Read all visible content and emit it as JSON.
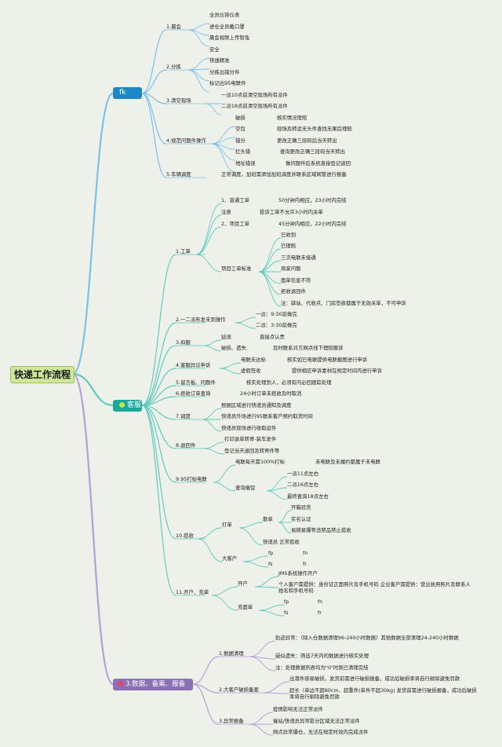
{
  "root": "快递工作流程",
  "branches": {
    "b1": {
      "label": "fk",
      "children": [
        {
          "label": "1.晨会",
          "items": [
            "全员仪容仪表",
            "进仓全员戴口罩",
            "晨会视频上传智兔"
          ]
        },
        {
          "label": "2.分拣",
          "items": [
            "安全",
            "快速精准",
            "分拣出错分件",
            "标记出95电联件"
          ]
        },
        {
          "label": "3.清空现场",
          "items": [
            "一派10点前清空现场所有派件",
            "二派18点前清空现场所有派件"
          ]
        },
        {
          "label": "4.规范问题件操作",
          "items": [
            {
              "k": "破损",
              "v": "核实情况理赔"
            },
            {
              "k": "空包",
              "v": "现场及转运无头件查找无果后理赔"
            },
            {
              "k": "错分",
              "v": "更改正确三段码后当天转出"
            },
            {
              "k": "拦头错",
              "v": "查询更改正确三段码当天转出"
            },
            {
              "k": "地址错误",
              "v": "做问题件后系统直接登记退回"
            }
          ]
        },
        {
          "label": "5.车辆调度",
          "text": "正常调度，加班需添加加班调度并联系区域网管进行报备"
        }
      ]
    },
    "b2": {
      "label": "客服",
      "children": [
        {
          "label": "1.工单",
          "items": [
            {
              "k": "1、普通工单",
              "v": "50分钟内相应，23小时内完结"
            },
            {
              "k": "注意",
              "v": "投诉工单不允许3小时内关单"
            },
            {
              "k": "2、项目工单",
              "v": "45分钟内相应，22小时内完结"
            }
          ],
          "sub": {
            "k": "项目工单标准",
            "items": [
              "已收到",
              "已理赔",
              "三次电联未接通",
              "商家问题",
              "面单信息不符",
              "拒收退回件",
              "注：驿站、代收点、门房签收都属于无效关单，不可申诉"
            ]
          }
        },
        {
          "label": "2.一二派布发未到操作",
          "items": [
            "一派：9:30前做完",
            "二派：3:30前做完"
          ]
        },
        {
          "label": "3.抑服",
          "items": [
            {
              "k": "延误",
              "v": "直接点认责"
            },
            {
              "k": "破损、遗失",
              "v": "及时联系对方网点线下理赔撤诉"
            }
          ]
        },
        {
          "label": "4.客服异议申诉",
          "items": [
            {
              "k": "电联未达标",
              "v": "核实如已电联提供电联截图进行申诉"
            },
            {
              "k": "虚假签收",
              "v": "提供相应申诉素材在规定时间内进行申诉"
            }
          ]
        },
        {
          "label": "5.留言板、问题件",
          "text": "核实处理到人，必须有问必回跟踪处理"
        },
        {
          "label": "6.拒收订单查询",
          "text": "24小时订单未拒收及时取消"
        },
        {
          "label": "7.调度",
          "items": [
            "根据区域进行快递员通知及调度",
            "快递员外场进行95联系客户预约取货时间",
            "快递员现场进行收取运件"
          ]
        },
        {
          "label": "8.退回件",
          "items": [
            "打印退单转寄-装车发件",
            "登记当天退回及转寄件等"
          ]
        },
        {
          "label": "9.95打标电联",
          "items": [
            {
              "k": "电联每天需100%打标",
              "v": "未电联及未履约都属于未电联"
            }
          ],
          "sub": {
            "k": "查询催促",
            "items": [
              "一派11点左右",
              "二派16点左右",
              "最终查询18点左右"
            ]
          }
        },
        {
          "label": "10.揽收",
          "order": {
            "k": "打单",
            "sk": "散单",
            "items": [
              "开箱验货",
              "实名认证",
              "易燃易爆等违禁品禁止揽收"
            ],
            "extra": "快递员 正常揽收"
          },
          "big": {
            "k": "大客户",
            "pairs": [
              [
                "fp",
                "fn"
              ],
              [
                "fs",
                "fr"
              ]
            ]
          }
        },
        {
          "label": "11.开户、充单",
          "open": {
            "k": "开户",
            "items": [
              "JMS系统操作开户",
              "个人客户需提供：身份证正面照片及手机号码 企业客户需提供：营业执照照片及联系人姓名和手机号码"
            ]
          },
          "charge": {
            "k": "充面单",
            "pairs": [
              [
                "fp",
                "fn"
              ],
              [
                "fs",
                "fr"
              ]
            ]
          }
        }
      ]
    },
    "b3": {
      "label": "3.数据、备案、报备",
      "children": [
        {
          "label": "1.数据清理",
          "items": [
            "轨迹异常：（除入仓数据清理96-240小时数据）其他数据全部清理24-240小时数据",
            "疑似遗失：筛选7天内的数据进行核实处理",
            "注：处理数据列表均为\"0\"时则已清理完结"
          ]
        },
        {
          "label": "2.大客户破损备案",
          "items": [
            "出港件容易破损，发货前需进行破损报备，成功后破损率将自行剔除避免罚款",
            "超长（单边不超80cm、超重件(单件不超30kg) 发货前需进行破损报备，成功后破损率将自行剔除避免罚款"
          ]
        },
        {
          "label": "3.异常报备",
          "items": [
            "疫情影响无法正常派件",
            "催站/快递员异常影分区域无法正常派件",
            "网点异常爆仓，无法在规定时效内完成派件"
          ]
        }
      ]
    }
  },
  "colors": {
    "b1": "#1d87c8",
    "b2": "#1aa89b",
    "b3": "#8b70b6",
    "b1_line": "#7cc0e8",
    "b2_line": "#5fcabd",
    "b3_line": "#b3a0d4",
    "root": "#cfe79b",
    "icon_b2": "#c8e04a",
    "icon_b3": "#e0456a"
  }
}
